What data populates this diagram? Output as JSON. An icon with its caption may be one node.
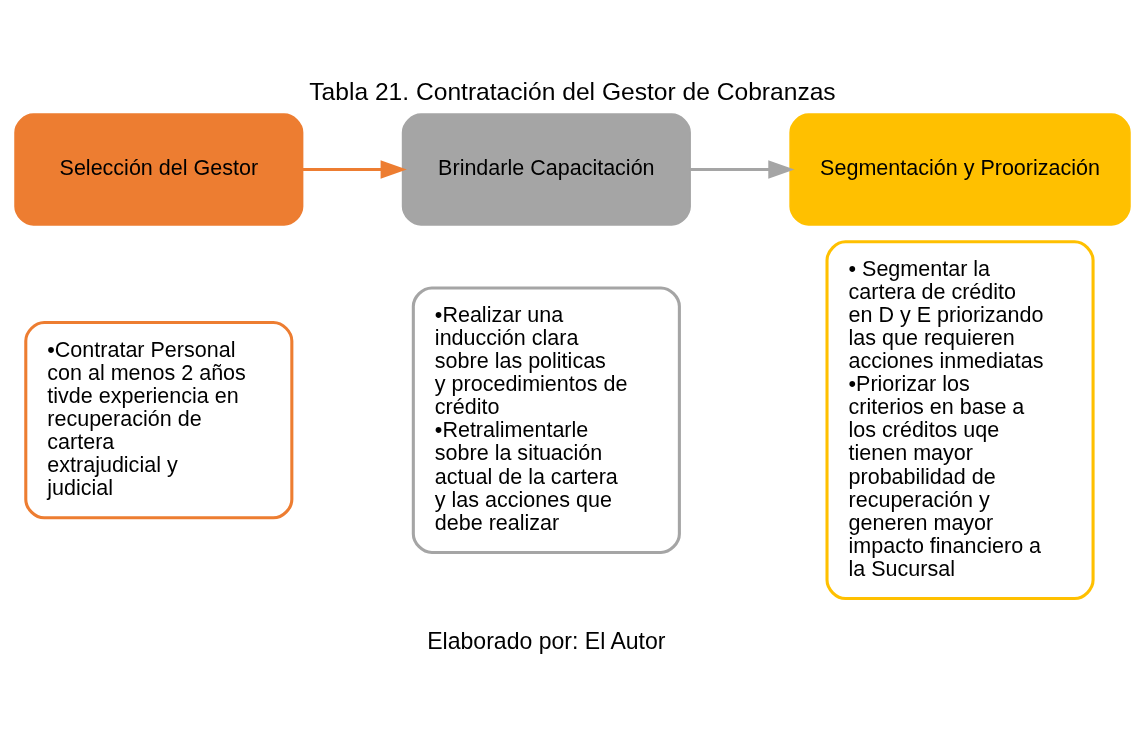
{
  "diagram": {
    "title": "Tabla 21. Contratación del Gestor de Cobranzas",
    "caption": "Elaborado por: El Autor",
    "nodes": [
      {
        "text": [
          "Selección del Gestor"
        ]
      },
      {
        "text": [
          "•Contratar Personal con al menos 2 años tivde experiencia en recuperación de cartera extrajudicial y judicial"
        ]
      },
      {
        "text": [
          "Brindarle Capacitación"
        ]
      },
      {
        "text": [
          "•Realizar una inducción clara sobre las politicas y procedimientos de crédito",
          "•Retralimentarle sobre la situación actual de la cartera y las acciones que debe realizar"
        ]
      },
      {
        "text": [
          "Segmentación y Proorización"
        ]
      },
      {
        "text": [
          "• Segmentar la cartera de crédito en D y E priorizando las que requieren acciones inmediatas",
          "•Priorizar los criterios en base a los créditos uqe tienen mayor probabilidad de recuperación y generen mayor impacto financiero a la Sucursal"
        ]
      }
    ],
    "edges": [
      {
        "from": 0,
        "to": 2,
        "arrow": "to",
        "color": "#ed7d31"
      },
      {
        "from": 2,
        "to": 4,
        "arrow": "to",
        "color": "#a5a5a5"
      }
    ]
  }
}
